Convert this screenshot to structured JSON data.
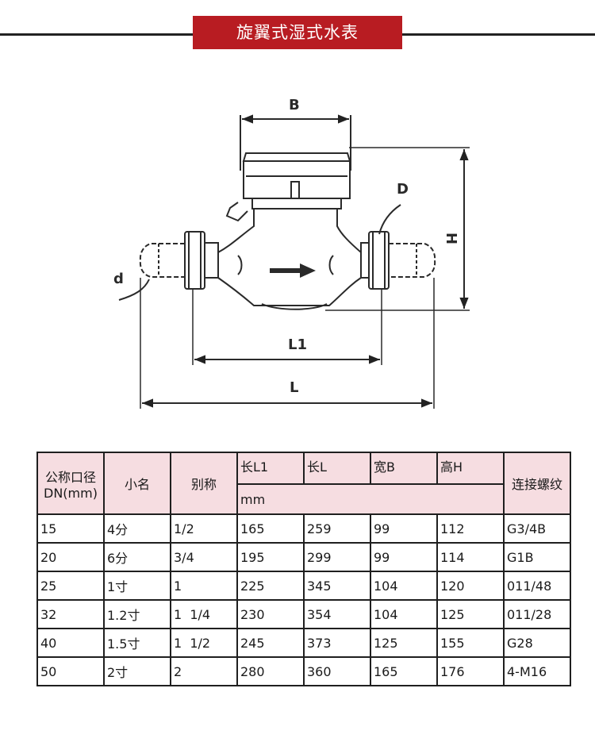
{
  "title": "旋翼式湿式水表",
  "diagram": {
    "labels": {
      "b": "B",
      "d_upper": "D",
      "h": "H",
      "d_lower": "d",
      "l1": "L1",
      "l": "L"
    }
  },
  "table": {
    "header": {
      "dn_line1": "公称口径",
      "dn_line2": "DN(mm)",
      "small_name": "小名",
      "alias": "别称",
      "l1": "长L1",
      "l": "长L",
      "b": "宽B",
      "h": "高H",
      "unit": "mm",
      "thread": "连接螺纹"
    },
    "rows": [
      [
        "15",
        "4分",
        "1/2",
        "165",
        "259",
        "99",
        "112",
        "G3/4B"
      ],
      [
        "20",
        "6分",
        "3/4",
        "195",
        "299",
        "99",
        "114",
        "G1B"
      ],
      [
        "25",
        "1寸",
        "1",
        "225",
        "345",
        "104",
        "120",
        "011/48"
      ],
      [
        "32",
        "1.2寸",
        "1  1/4",
        "230",
        "354",
        "104",
        "125",
        "011/28"
      ],
      [
        "40",
        "1.5寸",
        "1  1/2",
        "245",
        "373",
        "125",
        "155",
        "G28"
      ],
      [
        "50",
        "2寸",
        "2",
        "280",
        "360",
        "165",
        "176",
        "4-M16"
      ]
    ]
  }
}
